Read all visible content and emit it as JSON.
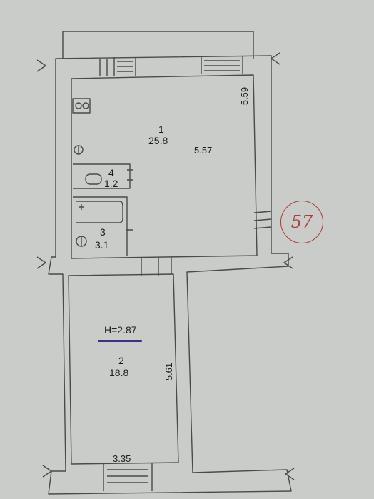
{
  "rooms": [
    {
      "number": "1",
      "area": "25.8"
    },
    {
      "number": "4",
      "area": "1.2"
    },
    {
      "number": "3",
      "area": "3.1"
    },
    {
      "number": "2",
      "area": "18.8"
    }
  ],
  "dimensions": {
    "room1_width": "5.57",
    "room1_depth": "5.59",
    "room2_depth": "5.61",
    "room2_width": "3.35"
  },
  "ceiling_height": "H=2.87",
  "stamp_number": "57",
  "colors": {
    "paper": "#c9ccc9",
    "room_fill": "#d7d9d7",
    "wall": "#4a4a4a",
    "stamp": "#b23a3a",
    "underline": "#3a2f8a"
  }
}
